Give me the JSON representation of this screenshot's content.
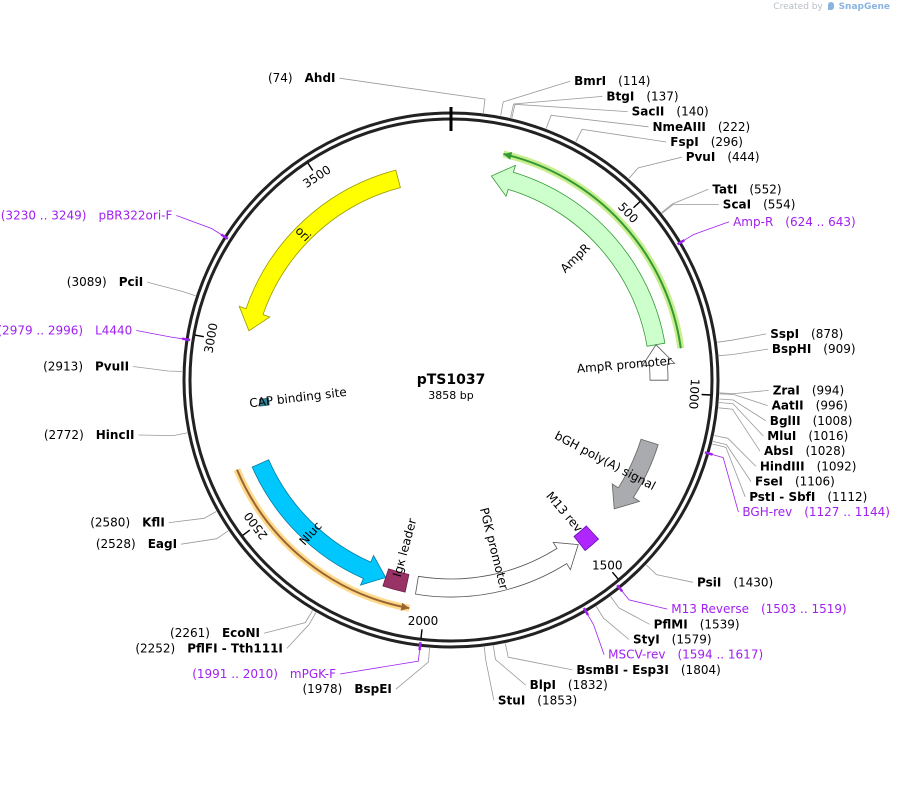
{
  "brand": {
    "created_by": "Created by",
    "app_name": "SnapGene"
  },
  "plasmid": {
    "name": "pTS1037",
    "length_label": "3858 bp",
    "total_bp": 3858
  },
  "ticks": [
    {
      "bp": 500,
      "label": "500"
    },
    {
      "bp": 1000,
      "label": "1000"
    },
    {
      "bp": 1500,
      "label": "1500"
    },
    {
      "bp": 2000,
      "label": "2000"
    },
    {
      "bp": 2500,
      "label": "2500"
    },
    {
      "bp": 3000,
      "label": "3000"
    },
    {
      "bp": 3500,
      "label": "3500"
    }
  ],
  "sites": [
    {
      "name": "AhdI",
      "pos": "(74)",
      "bp": 74,
      "side": "left"
    },
    {
      "name": "BmrI",
      "pos": "(114)",
      "bp": 114,
      "side": "right"
    },
    {
      "name": "BtgI",
      "pos": "(137)",
      "bp": 137,
      "side": "right"
    },
    {
      "name": "SacII",
      "pos": "(140)",
      "bp": 140,
      "side": "right"
    },
    {
      "name": "NmeAIII",
      "pos": "(222)",
      "bp": 222,
      "side": "right"
    },
    {
      "name": "FspI",
      "pos": "(296)",
      "bp": 296,
      "side": "right"
    },
    {
      "name": "PvuI",
      "pos": "(444)",
      "bp": 444,
      "side": "right"
    },
    {
      "name": "TatI",
      "pos": "(552)",
      "bp": 552,
      "side": "right"
    },
    {
      "name": "ScaI",
      "pos": "(554)",
      "bp": 554,
      "side": "right"
    },
    {
      "name": "SspI",
      "pos": "(878)",
      "bp": 878,
      "side": "right"
    },
    {
      "name": "BspHI",
      "pos": "(909)",
      "bp": 909,
      "side": "right"
    },
    {
      "name": "ZraI",
      "pos": "(994)",
      "bp": 994,
      "side": "right"
    },
    {
      "name": "AatII",
      "pos": "(996)",
      "bp": 996,
      "side": "right"
    },
    {
      "name": "BglII",
      "pos": "(1008)",
      "bp": 1008,
      "side": "right"
    },
    {
      "name": "MluI",
      "pos": "(1016)",
      "bp": 1016,
      "side": "right"
    },
    {
      "name": "AbsI",
      "pos": "(1028)",
      "bp": 1028,
      "side": "right"
    },
    {
      "name": "HindIII",
      "pos": "(1092)",
      "bp": 1092,
      "side": "right"
    },
    {
      "name": "FseI",
      "pos": "(1106)",
      "bp": 1106,
      "side": "right"
    },
    {
      "name": "PstI - SbfI",
      "pos": "(1112)",
      "bp": 1112,
      "side": "right"
    },
    {
      "name": "PsiI",
      "pos": "(1430)",
      "bp": 1430,
      "side": "right"
    },
    {
      "name": "PflMI",
      "pos": "(1539)",
      "bp": 1539,
      "side": "right"
    },
    {
      "name": "StyI",
      "pos": "(1579)",
      "bp": 1579,
      "side": "right"
    },
    {
      "name": "BsmBI - Esp3I",
      "pos": "(1804)",
      "bp": 1804,
      "side": "right"
    },
    {
      "name": "BlpI",
      "pos": "(1832)",
      "bp": 1832,
      "side": "right"
    },
    {
      "name": "StuI",
      "pos": "(1853)",
      "bp": 1853,
      "side": "right"
    },
    {
      "name": "BspEI",
      "pos": "(1978)",
      "bp": 1978,
      "side": "left"
    },
    {
      "name": "PflFI - Tth111I",
      "pos": "(2252)",
      "bp": 2252,
      "side": "left"
    },
    {
      "name": "EcoNI",
      "pos": "(2261)",
      "bp": 2261,
      "side": "left"
    },
    {
      "name": "EagI",
      "pos": "(2528)",
      "bp": 2528,
      "side": "left"
    },
    {
      "name": "KflI",
      "pos": "(2580)",
      "bp": 2580,
      "side": "left"
    },
    {
      "name": "HincII",
      "pos": "(2772)",
      "bp": 2772,
      "side": "left"
    },
    {
      "name": "PvuII",
      "pos": "(2913)",
      "bp": 2913,
      "side": "left"
    },
    {
      "name": "PciI",
      "pos": "(3089)",
      "bp": 3089,
      "side": "left"
    }
  ],
  "primers": [
    {
      "name": "Amp-R",
      "range": "(624 .. 643)",
      "bp": 633,
      "side": "right"
    },
    {
      "name": "BGH-rev",
      "range": "(1127 .. 1144)",
      "bp": 1135,
      "side": "right"
    },
    {
      "name": "M13 Reverse",
      "range": "(1503 .. 1519)",
      "bp": 1511,
      "side": "right"
    },
    {
      "name": "MSCV-rev",
      "range": "(1594 .. 1617)",
      "bp": 1605,
      "side": "right"
    },
    {
      "name": "mPGK-F",
      "range": "(1991 .. 2010)",
      "bp": 2000,
      "side": "left"
    },
    {
      "name": "L4440",
      "range": "(2979 .. 2996)",
      "bp": 2987,
      "side": "left"
    },
    {
      "name": "pBR322ori-F",
      "range": "(3230 .. 3249)",
      "bp": 3240,
      "side": "left"
    }
  ],
  "features": [
    {
      "name": "AmpR",
      "start": 120,
      "end": 860,
      "strand": -1,
      "ring": 1,
      "color": "#ccffcc",
      "stroke": "#339933"
    },
    {
      "name": "AmpR promoter",
      "start": 860,
      "end": 965,
      "strand": -1,
      "ring": 1,
      "color": "#ffffff",
      "stroke": "#555555"
    },
    {
      "name": "bGH poly(A) signal",
      "start": 1150,
      "end": 1375,
      "strand": 1,
      "ring": 1,
      "color": "#a9abae",
      "stroke": "#666666"
    },
    {
      "name": "M13 rev",
      "start": 1470,
      "end": 1520,
      "strand": -1,
      "ring": 1,
      "color": "#b026ff",
      "stroke": "#6a0dad"
    },
    {
      "name": "PGK promoter",
      "start": 1525,
      "end": 2030,
      "strand": -1,
      "ring": 1,
      "color": "#ffffff",
      "stroke": "#555555"
    },
    {
      "name": "Igκ leader",
      "start": 2060,
      "end": 2125,
      "strand": -1,
      "ring": 1,
      "color": "#993366",
      "stroke": "#661f44"
    },
    {
      "name": "Nluc",
      "start": 2125,
      "end": 2640,
      "strand": -1,
      "ring": 1,
      "color": "#00c8ff",
      "stroke": "#007ca0"
    },
    {
      "name": "CAP binding site",
      "start": 2810,
      "end": 2832,
      "strand": 0,
      "ring": 2,
      "color": "#31849b",
      "stroke": "#1f5a6a"
    },
    {
      "name": "ori",
      "start": 3040,
      "end": 3700,
      "strand": -1,
      "ring": 1,
      "color": "#ffff00",
      "stroke": "#999900"
    }
  ],
  "orfs": [
    {
      "start": 140,
      "end": 880,
      "strand": -1,
      "color": "#339933",
      "glow": "#c8ee90"
    },
    {
      "start": 2040,
      "end": 2650,
      "strand": -1,
      "color": "#996633",
      "glow": "#ffd98a"
    }
  ]
}
